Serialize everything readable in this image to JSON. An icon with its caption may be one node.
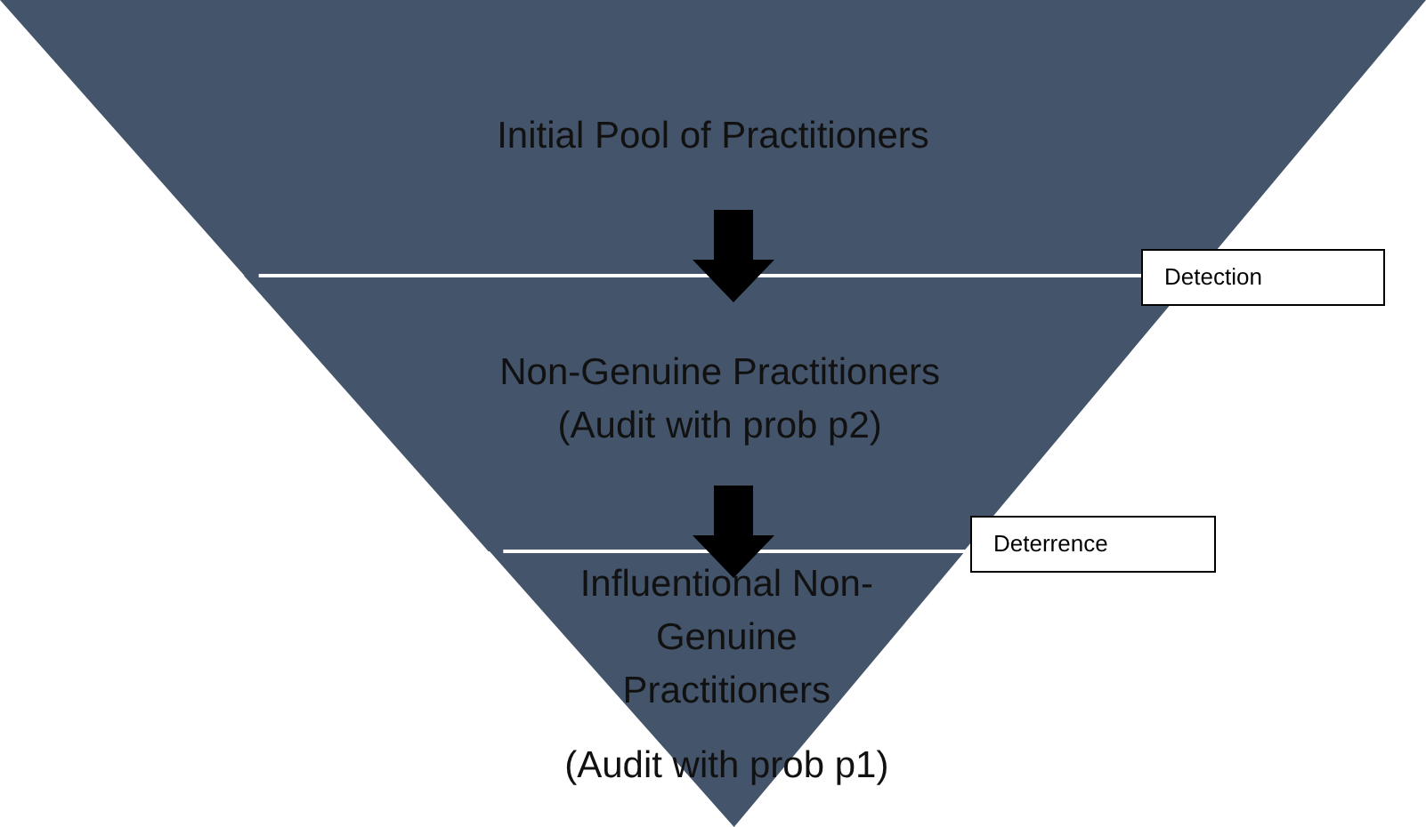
{
  "diagram": {
    "nodes": [
      {
        "text": [
          "Initial Pool of Practitioners"
        ]
      },
      {
        "text": [
          "Non-Genuine Practitioners (Audit with prob p2)"
        ]
      },
      {
        "text": [
          "Influentional Non- Genuine Practitioners",
          "(Audit with prob p1)"
        ]
      },
      {
        "text": [
          "Detection"
        ]
      },
      {
        "text": [
          "Deterrence"
        ]
      }
    ],
    "edges": [
      {
        "from": 0,
        "to": 1,
        "arrow": "to"
      },
      {
        "from": 1,
        "to": 2,
        "arrow": "to"
      }
    ]
  }
}
